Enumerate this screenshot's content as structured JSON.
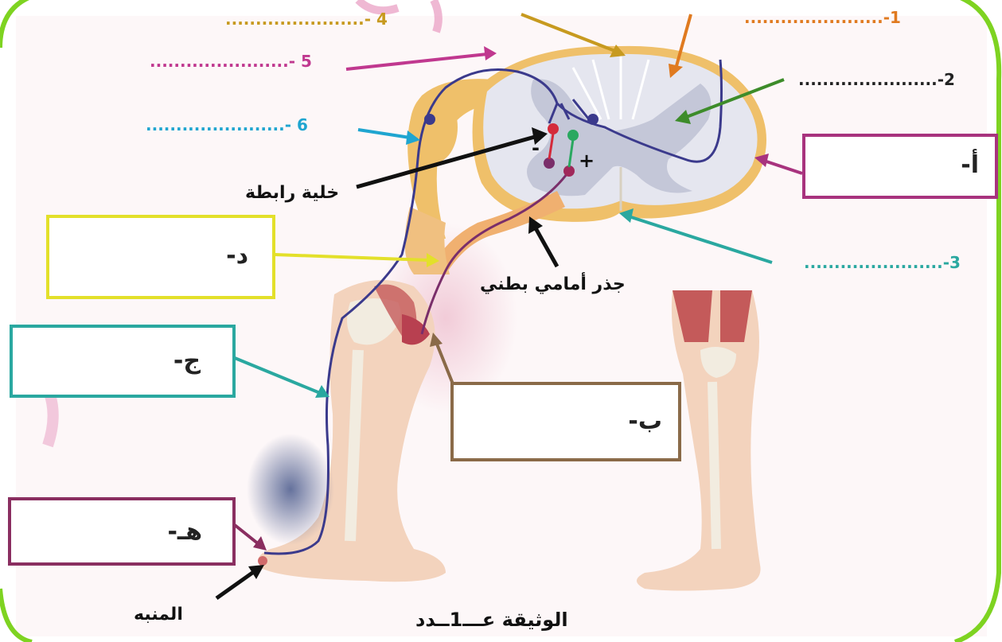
{
  "labels": {
    "n1": "-1",
    "n2": "-2",
    "n3": "-3",
    "n4": "- 4",
    "n5": "- 5",
    "n6": "- 6",
    "dots": "......................."
  },
  "boxes": {
    "alif": "أ-",
    "ba": "ب-",
    "jim": "ج-",
    "dal": "د-",
    "ha": "هـ-"
  },
  "annotations": {
    "interneuron": "خلية رابطة",
    "ventral_root": "جذر أمامي بطني",
    "stimulus": "المنبه",
    "plus": "+",
    "minus": "-",
    "document_title": "الوثيقة عـــ1ــدد"
  },
  "colors": {
    "frame": "#7ed321",
    "n1": "#e07a1f",
    "n2": "#3d8c2a",
    "n3": "#2aa8a0",
    "n4": "#c79a1f",
    "n5": "#c0388f",
    "n6": "#1fa5d0",
    "box_alif": "#a8337e",
    "box_ba": "#8a6a48",
    "box_jim": "#2aa8a0",
    "box_dal": "#e3e02a",
    "box_ha": "#8a2e60",
    "nerve": "#3b3a8c",
    "muscle": "#c45a5a",
    "skin": "#f3d3bd",
    "bone": "#f2ece0"
  }
}
